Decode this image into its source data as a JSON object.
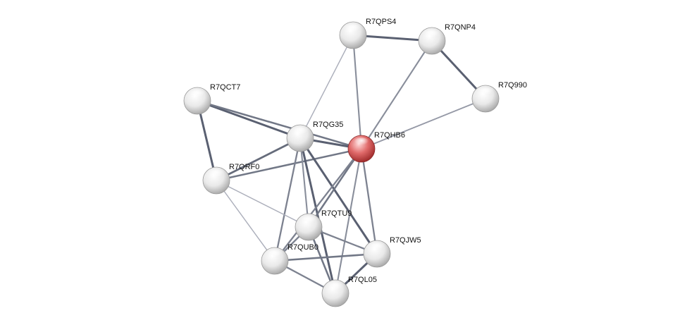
{
  "network": {
    "query_node": "R7QHB6",
    "nodes": [
      {
        "id": "R7QPS4",
        "label": "R7QPS4",
        "color": "#e6e6e6"
      },
      {
        "id": "R7QNP4",
        "label": "R7QNP4",
        "color": "#e6e6e6"
      },
      {
        "id": "R7Q990",
        "label": "R7Q990",
        "color": "#e6e6e6"
      },
      {
        "id": "R7QCT7",
        "label": "R7QCT7",
        "color": "#e6e6e6"
      },
      {
        "id": "R7QG35",
        "label": "R7QG35",
        "color": "#e6e6e6"
      },
      {
        "id": "R7QHB6",
        "label": "R7QHB6",
        "color": "#e05a5a"
      },
      {
        "id": "R7QRF0",
        "label": "R7QRF0",
        "color": "#e6e6e6"
      },
      {
        "id": "R7QTU9",
        "label": "R7QTU9",
        "color": "#e6e6e6"
      },
      {
        "id": "R7QJW5",
        "label": "R7QJW5",
        "color": "#e6e6e6"
      },
      {
        "id": "R7QUB0",
        "label": "R7QUB0",
        "color": "#e6e6e6"
      },
      {
        "id": "R7QL05",
        "label": "R7QL05",
        "color": "#e6e6e6"
      }
    ],
    "edges": [
      {
        "source": "R7QPS4",
        "target": "R7QNP4",
        "strength": 0.9
      },
      {
        "source": "R7QNP4",
        "target": "R7Q990",
        "strength": 0.9
      },
      {
        "source": "R7QPS4",
        "target": "R7QHB6",
        "strength": 0.5
      },
      {
        "source": "R7QPS4",
        "target": "R7QG35",
        "strength": 0.2
      },
      {
        "source": "R7QNP4",
        "target": "R7QHB6",
        "strength": 0.5
      },
      {
        "source": "R7Q990",
        "target": "R7QHB6",
        "strength": 0.4
      },
      {
        "source": "R7QCT7",
        "target": "R7QG35",
        "strength": 0.9
      },
      {
        "source": "R7QCT7",
        "target": "R7QHB6",
        "strength": 0.7
      },
      {
        "source": "R7QCT7",
        "target": "R7QRF0",
        "strength": 0.9
      },
      {
        "source": "R7QG35",
        "target": "R7QHB6",
        "strength": 0.9
      },
      {
        "source": "R7QG35",
        "target": "R7QRF0",
        "strength": 0.8
      },
      {
        "source": "R7QRF0",
        "target": "R7QHB6",
        "strength": 0.7
      },
      {
        "source": "R7QG35",
        "target": "R7QTU9",
        "strength": 0.5
      },
      {
        "source": "R7QG35",
        "target": "R7QJW5",
        "strength": 0.9
      },
      {
        "source": "R7QG35",
        "target": "R7QUB0",
        "strength": 0.6
      },
      {
        "source": "R7QG35",
        "target": "R7QL05",
        "strength": 0.9
      },
      {
        "source": "R7QHB6",
        "target": "R7QTU9",
        "strength": 0.7
      },
      {
        "source": "R7QHB6",
        "target": "R7QJW5",
        "strength": 0.6
      },
      {
        "source": "R7QHB6",
        "target": "R7QUB0",
        "strength": 0.6
      },
      {
        "source": "R7QHB6",
        "target": "R7QL05",
        "strength": 0.5
      },
      {
        "source": "R7QRF0",
        "target": "R7QTU9",
        "strength": 0.2
      },
      {
        "source": "R7QRF0",
        "target": "R7QUB0",
        "strength": 0.2
      },
      {
        "source": "R7QTU9",
        "target": "R7QJW5",
        "strength": 0.6
      },
      {
        "source": "R7QTU9",
        "target": "R7QUB0",
        "strength": 0.6
      },
      {
        "source": "R7QTU9",
        "target": "R7QL05",
        "strength": 0.7
      },
      {
        "source": "R7QJW5",
        "target": "R7QUB0",
        "strength": 0.7
      },
      {
        "source": "R7QJW5",
        "target": "R7QL05",
        "strength": 0.9
      },
      {
        "source": "R7QUB0",
        "target": "R7QL05",
        "strength": 0.6
      }
    ]
  }
}
